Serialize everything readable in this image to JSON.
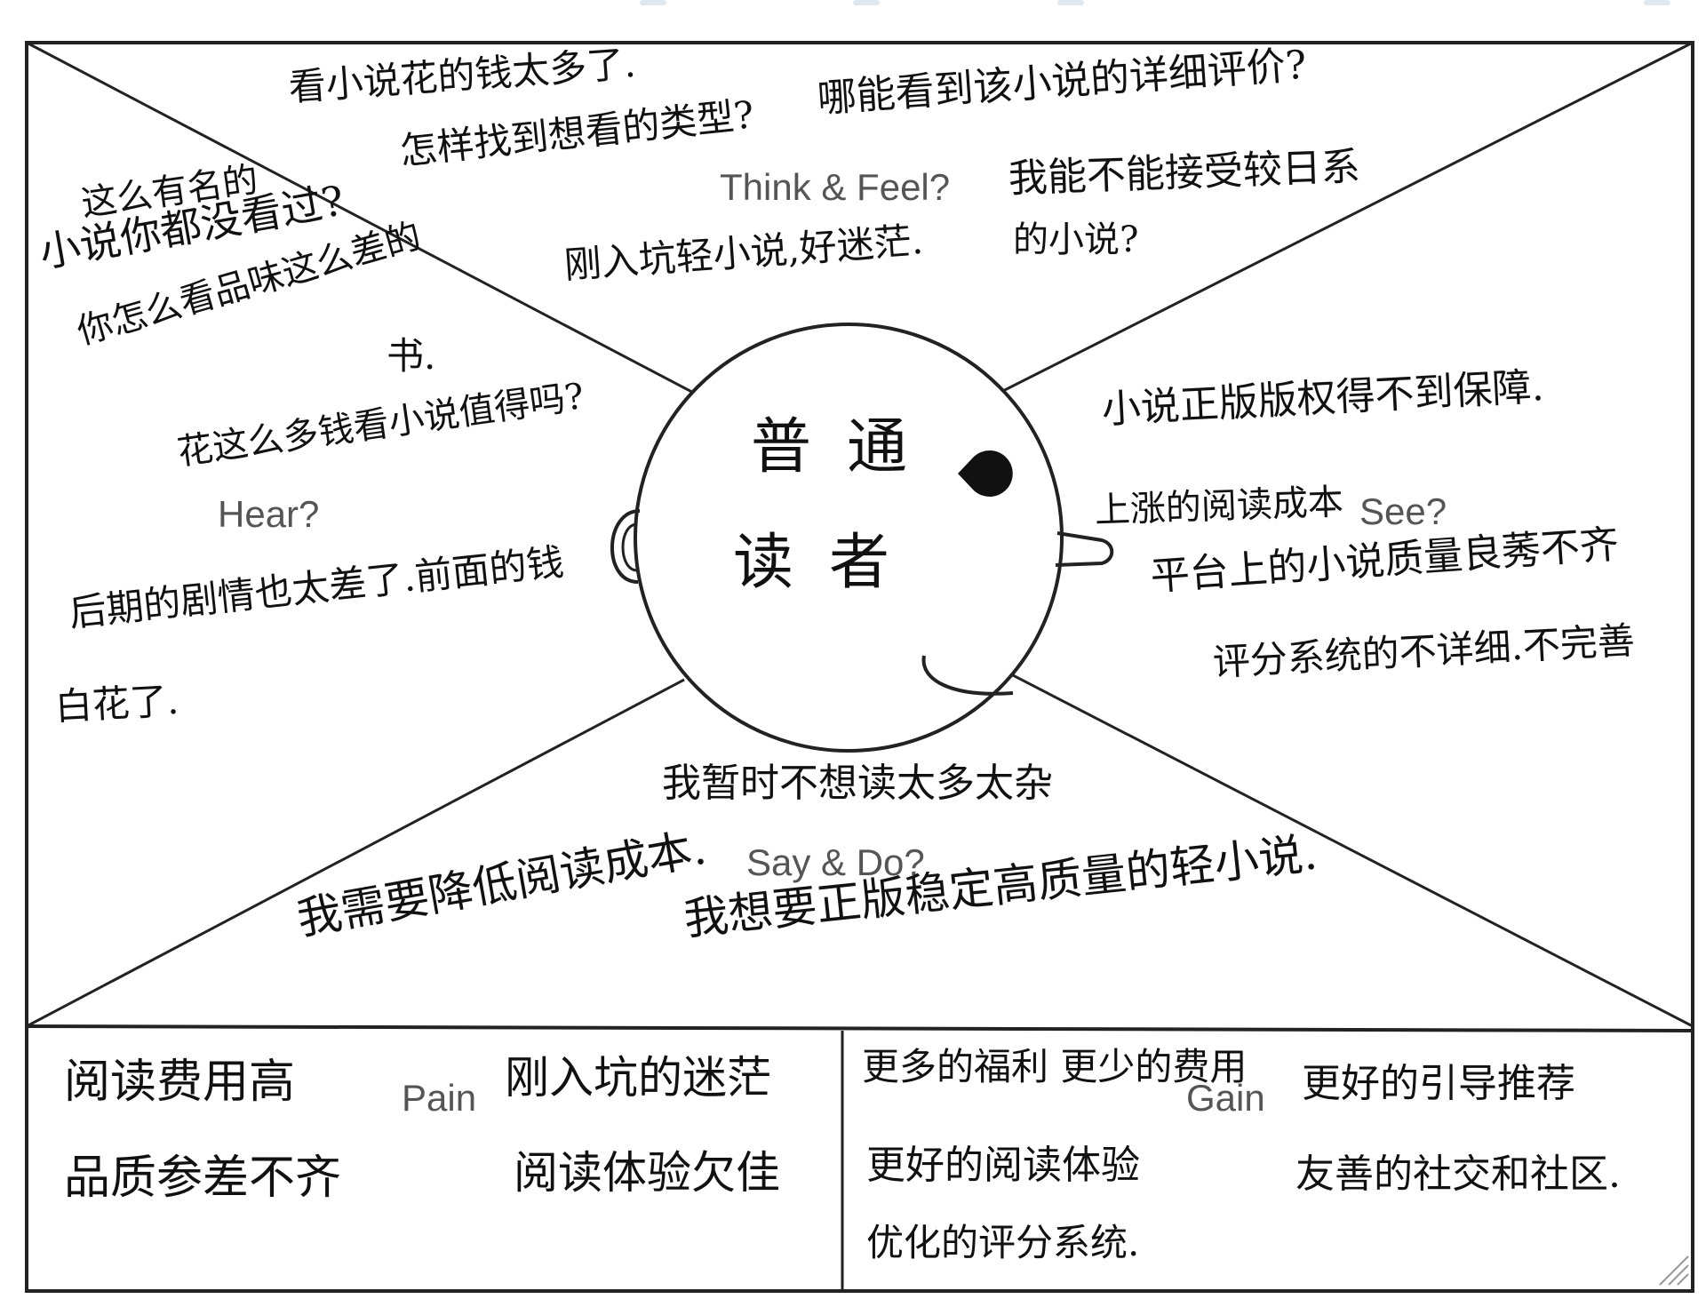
{
  "map": {
    "labels": {
      "think_feel": "Think & Feel?",
      "hear": "Hear?",
      "see": "See?",
      "say_do": "Say & Do?",
      "pain": "Pain",
      "gain": "Gain"
    },
    "persona": {
      "line1": "普通",
      "line2": "读者"
    },
    "think_feel_notes": [
      "看小说花的钱太多了.",
      "怎样找到想看的类型?",
      "哪能看到该小说的详细评价?",
      "我能不能接受较日系",
      "的小说?",
      "刚入坑轻小说,好迷茫."
    ],
    "hear_notes": [
      "这么有名的",
      "小说你都没看过?",
      "你怎么看品味这么差的",
      "书.",
      "花这么多钱看小说值得吗?",
      "后期的剧情也太差了.前面的钱",
      "白花了."
    ],
    "see_notes": [
      "小说正版版权得不到保障.",
      "上涨的阅读成本",
      "平台上的小说质量良莠不齐",
      "评分系统的不详细.不完善"
    ],
    "say_do_notes": [
      "我暂时不想读太多太杂",
      "我需要降低阅读成本.",
      "我想要正版稳定高质量的轻小说."
    ],
    "pain_notes": [
      "阅读费用高",
      "品质参差不齐",
      "刚入坑的迷茫",
      "阅读体验欠佳"
    ],
    "gain_notes": [
      "更多的福利 更少的费用",
      "更好的阅读体验",
      "优化的评分系统.",
      "更好的引导推荐",
      "友善的社交和社区."
    ]
  }
}
